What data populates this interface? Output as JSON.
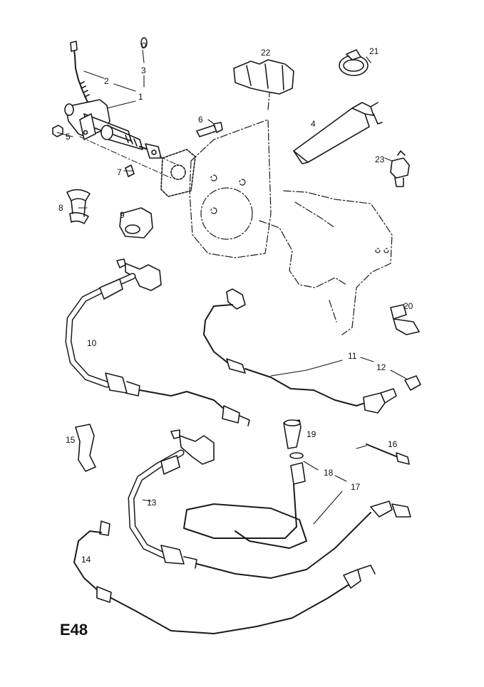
{
  "diagram": {
    "code": "E48",
    "callouts": [
      "0",
      "1",
      "2",
      "3",
      "4",
      "5",
      "6",
      "7",
      "8",
      "9",
      "10",
      "11",
      "12",
      "13",
      "14",
      "15",
      "16",
      "17",
      "18",
      "19",
      "20",
      "21",
      "22",
      "23"
    ]
  },
  "colors": {
    "line": "#1a1a1a",
    "background": "#ffffff"
  }
}
